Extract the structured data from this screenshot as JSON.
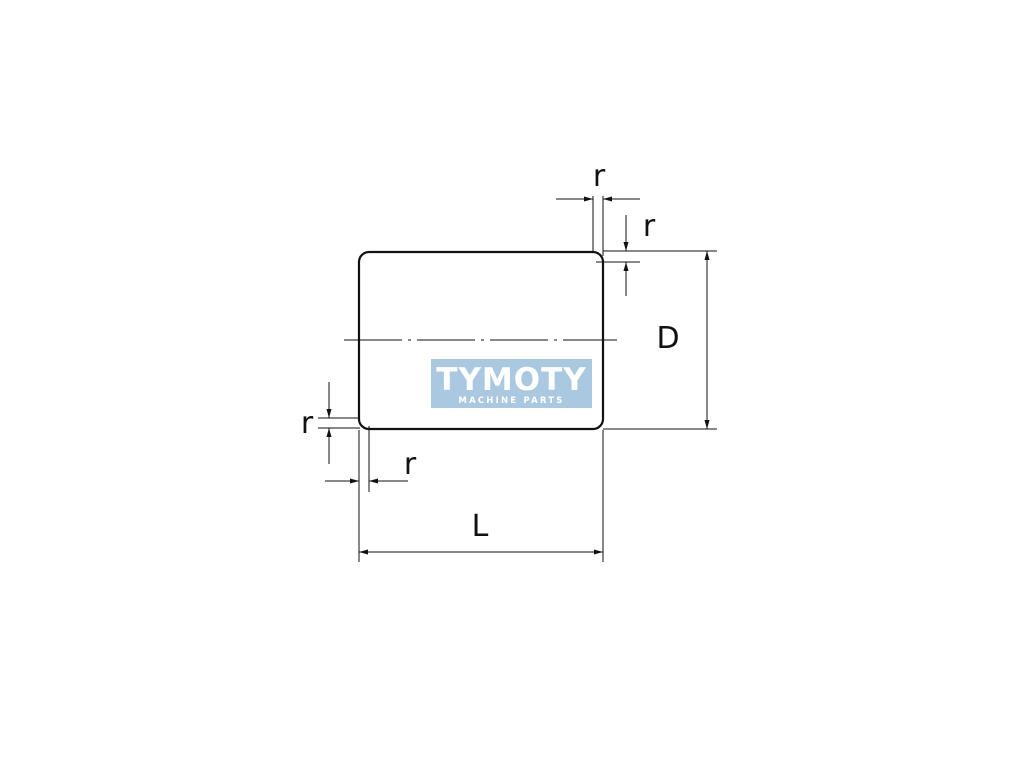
{
  "diagram": {
    "labels": {
      "length": "L",
      "diameter": "D",
      "radius_top_horizontal": "r",
      "radius_top_vertical": "r",
      "radius_bottom_vertical": "r",
      "radius_bottom_horizontal": "r"
    },
    "colors": {
      "line": "#111111",
      "watermark_bg": "#aac8e0",
      "watermark_text": "#ffffff"
    }
  },
  "watermark": {
    "title": "TYMOTY",
    "subtitle": "MACHINE PARTS"
  }
}
